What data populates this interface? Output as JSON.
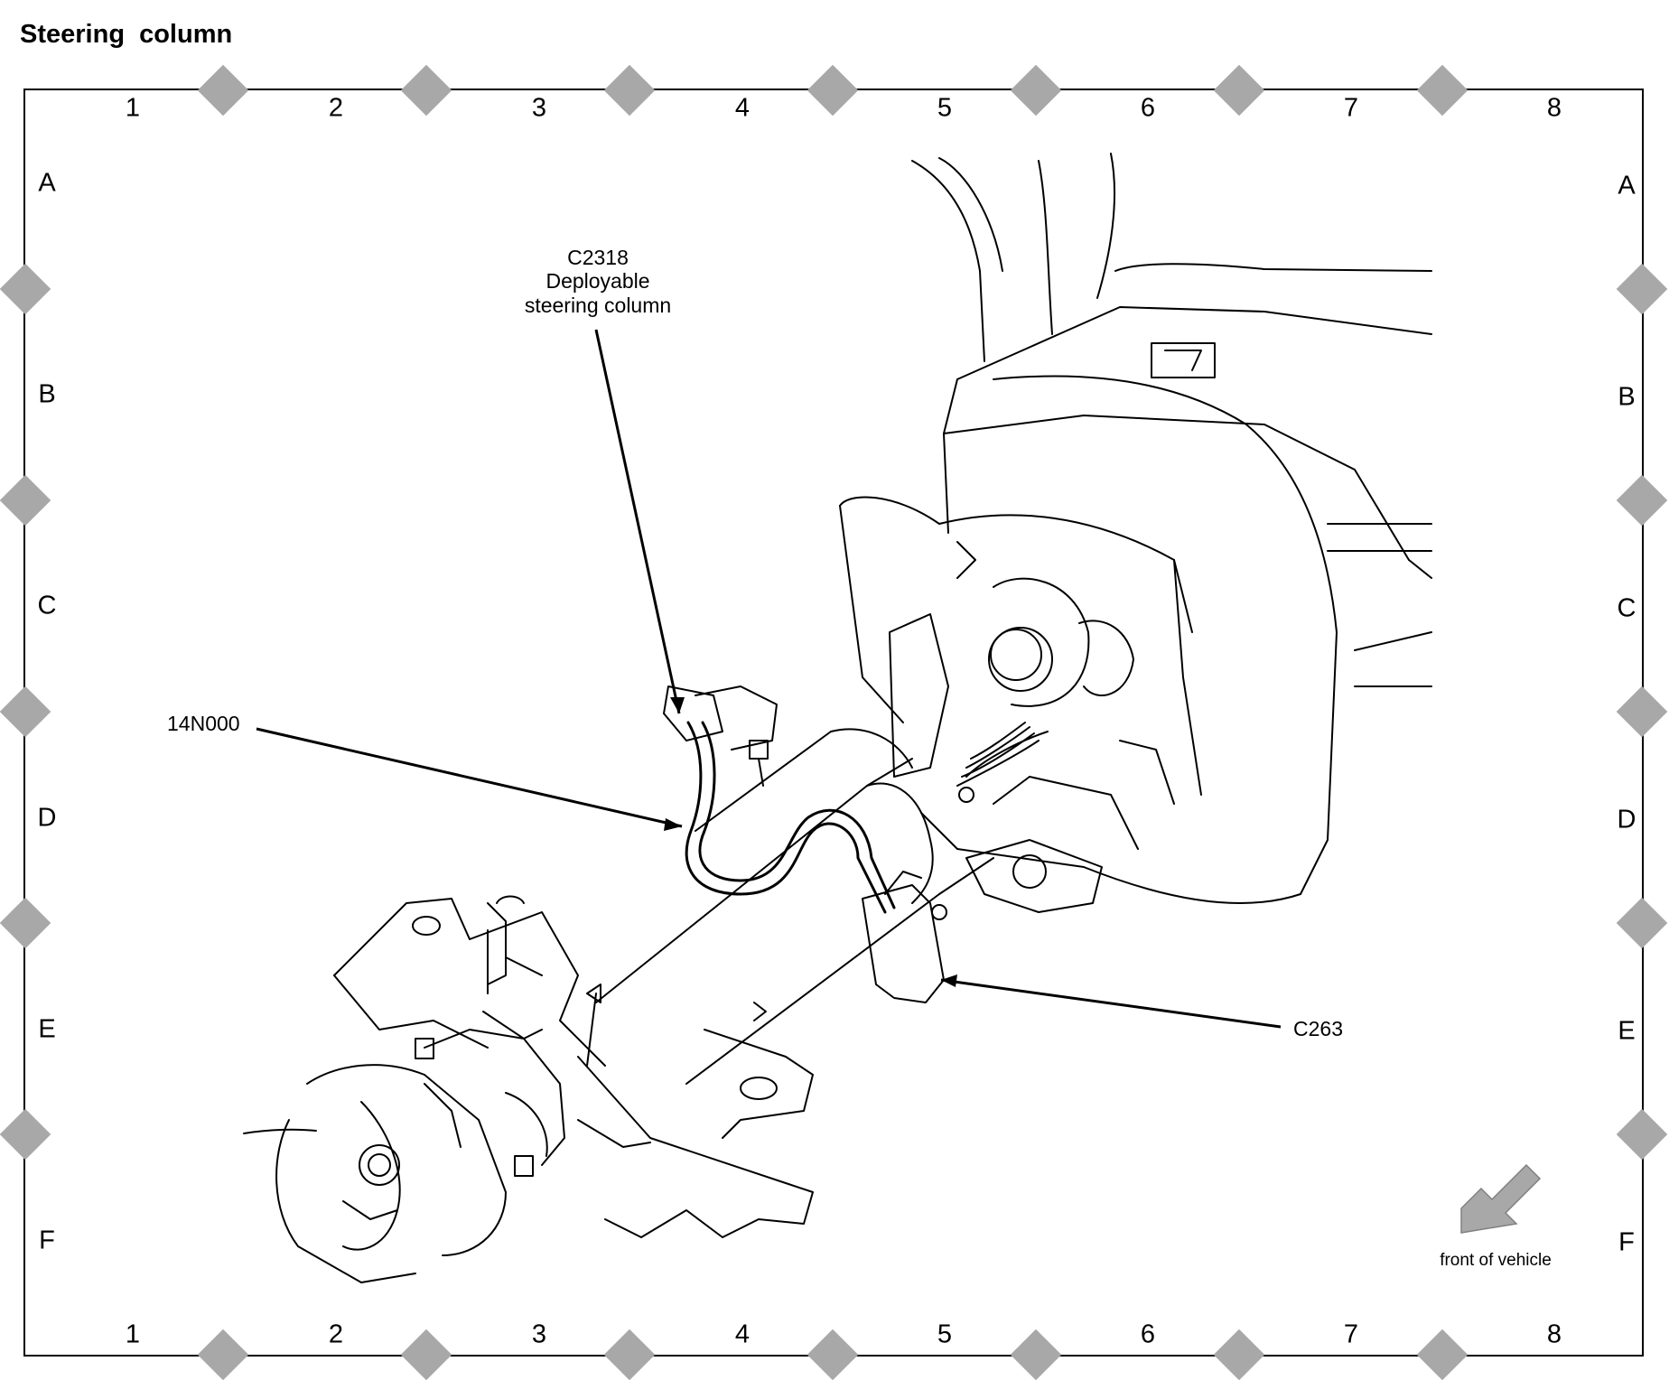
{
  "title": "Steering  column",
  "grid": {
    "columns": [
      "1",
      "2",
      "3",
      "4",
      "5",
      "6",
      "7",
      "8"
    ],
    "rows": [
      "A",
      "B",
      "C",
      "D",
      "E",
      "F"
    ]
  },
  "callouts": {
    "c2318": [
      "C2318",
      "Deployable",
      "steering column"
    ],
    "harness": "14N000",
    "c263": "C263"
  },
  "orientation": {
    "label": "front of vehicle",
    "icon": "arrow-down-left-icon"
  },
  "colors": {
    "line": "#000000",
    "marker": "#a8a8a8",
    "background": "#ffffff"
  }
}
